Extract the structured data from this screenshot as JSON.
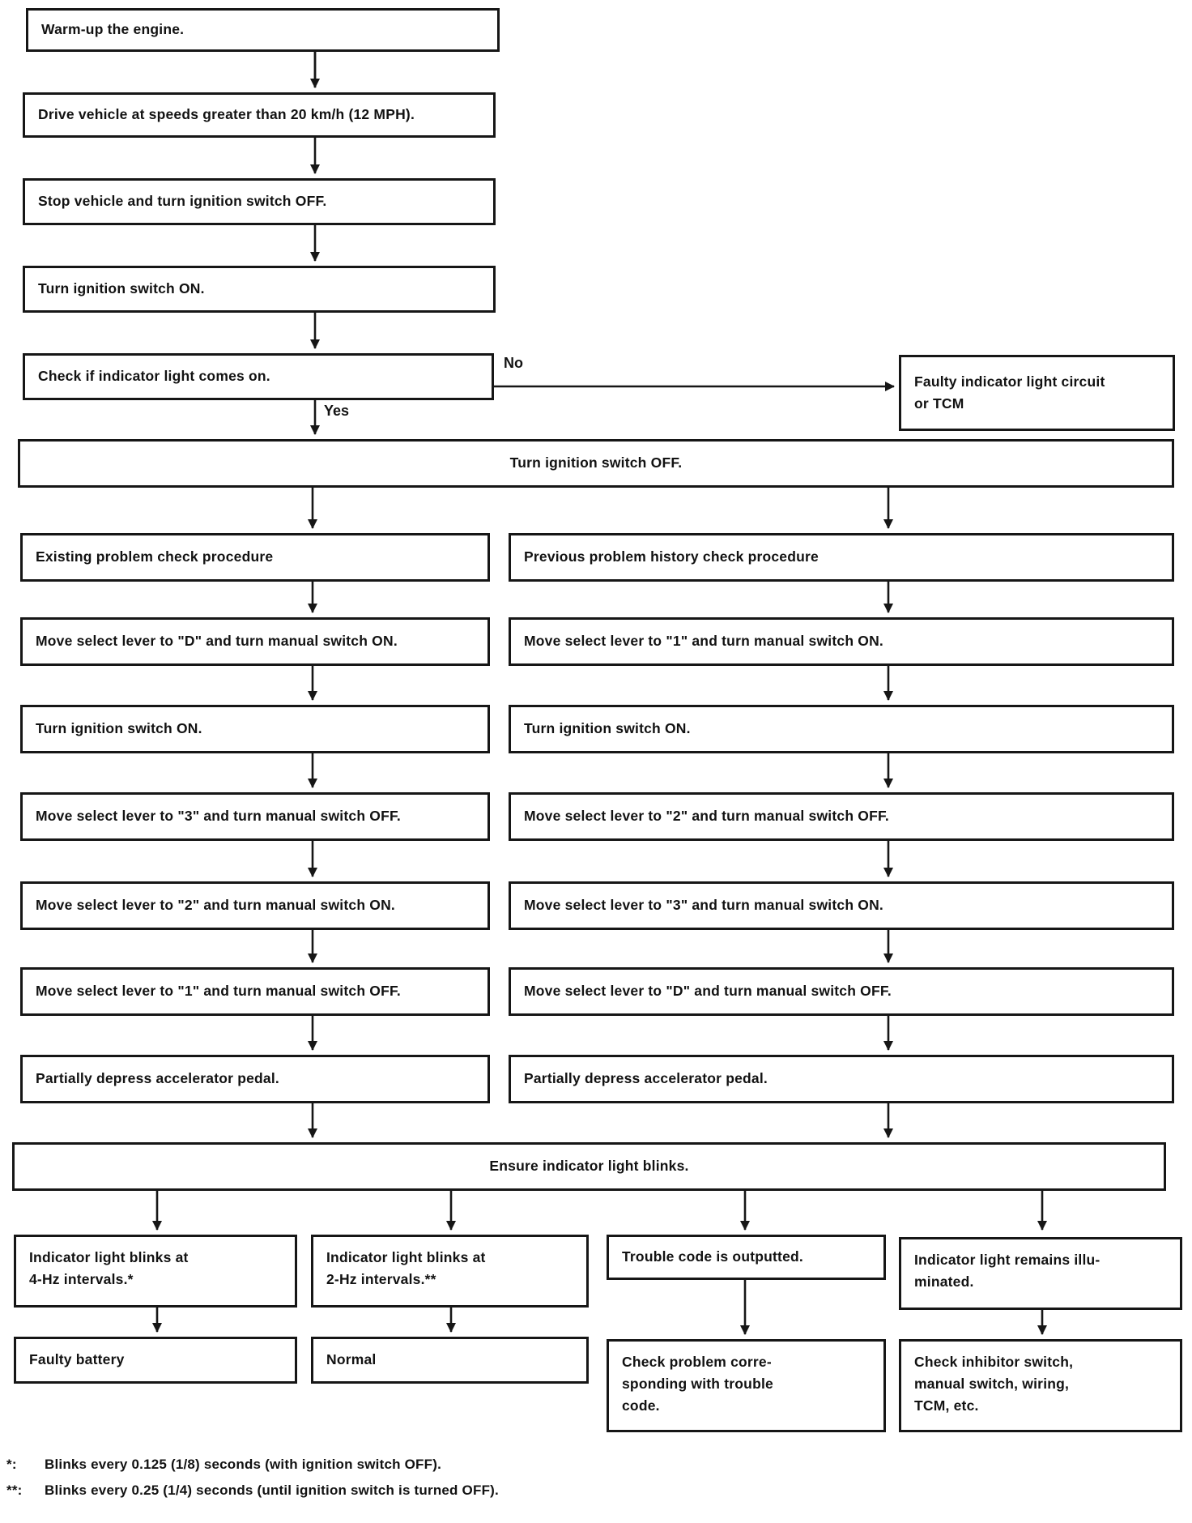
{
  "flowchart": {
    "top_sequence": [
      "Warm-up the engine.",
      "Drive vehicle at speeds greater than 20 km/h (12 MPH).",
      "Stop vehicle and turn ignition switch OFF.",
      "Turn ignition switch ON."
    ],
    "decision": {
      "label": "Check if indicator light comes on.",
      "yes_label": "Yes",
      "no_label": "No"
    },
    "faulty_box": "Faulty indicator light circuit\nor TCM",
    "ignition_off_wide": "Turn ignition switch OFF.",
    "left_column": [
      "Existing problem check procedure",
      "Move select lever to \"D\" and turn manual switch ON.",
      "Turn ignition switch ON.",
      "Move select lever to \"3\" and turn manual switch OFF.",
      "Move select lever to \"2\" and turn manual switch ON.",
      "Move select lever to \"1\" and turn manual switch OFF.",
      "Partially depress accelerator pedal."
    ],
    "right_column": [
      "Previous problem history check procedure",
      "Move select lever to \"1\" and turn manual switch ON.",
      "Turn ignition switch ON.",
      "Move select lever to \"2\" and turn manual switch OFF.",
      "Move select lever to \"3\" and turn manual switch ON.",
      "Move select lever to \"D\" and turn manual switch OFF.",
      "Partially depress accelerator pedal."
    ],
    "ensure_wide": "Ensure indicator light blinks.",
    "outcomes": [
      {
        "condition": "Indicator light blinks at\n4-Hz intervals.*",
        "result": "Faulty battery"
      },
      {
        "condition": "Indicator light blinks at\n2-Hz intervals.**",
        "result": "Normal"
      },
      {
        "condition": "Trouble code is outputted.",
        "result": "Check problem corre-\nsponding with trouble\ncode."
      },
      {
        "condition": "Indicator light remains illu-\nminated.",
        "result": "Check inhibitor switch,\nmanual switch, wiring,\nTCM, etc."
      }
    ],
    "footnotes": [
      {
        "marker": "*:",
        "text": "Blinks every 0.125 (1/8) seconds (with ignition switch OFF)."
      },
      {
        "marker": "**:",
        "text": "Blinks every 0.25 (1/4) seconds (until ignition switch is turned OFF)."
      }
    ],
    "line_color": "#161616"
  }
}
